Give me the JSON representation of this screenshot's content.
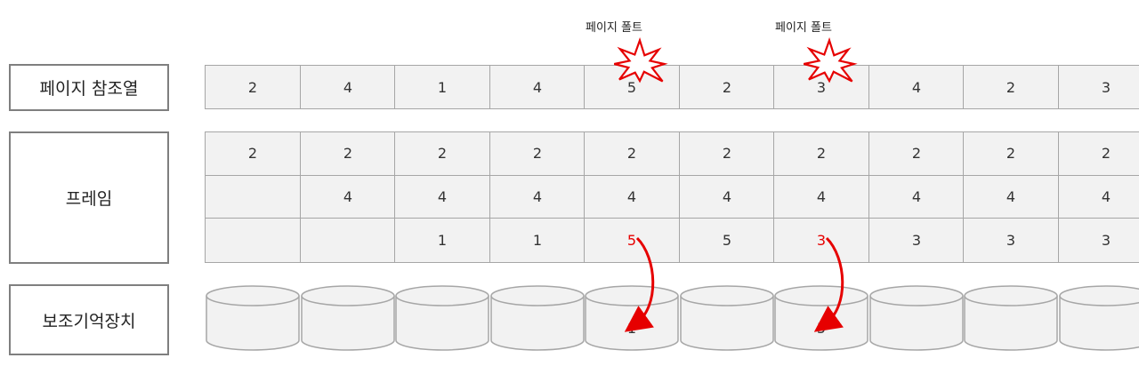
{
  "row_labels": {
    "reference_string": "페이지 참조열",
    "frames": "프레임",
    "secondary_storage": "보조기억장치"
  },
  "fault_label": "페이지 폴트",
  "reference_string": [
    "2",
    "4",
    "1",
    "4",
    "5",
    "2",
    "3",
    "4",
    "2",
    "3"
  ],
  "frames": [
    [
      "2",
      "",
      ""
    ],
    [
      "2",
      "4",
      ""
    ],
    [
      "2",
      "4",
      "1"
    ],
    [
      "2",
      "4",
      "1"
    ],
    [
      "2",
      "4",
      "5"
    ],
    [
      "2",
      "4",
      "5"
    ],
    [
      "2",
      "4",
      "3"
    ],
    [
      "2",
      "4",
      "3"
    ],
    [
      "2",
      "4",
      "3"
    ],
    [
      "2",
      "4",
      "3"
    ]
  ],
  "secondary_storage": [
    "",
    "",
    "",
    "",
    "1",
    "",
    "5",
    "",
    "",
    ""
  ],
  "page_fault_steps": [
    4,
    6
  ],
  "colors": {
    "highlight": "#e60000",
    "box_border": "#a6a6a6",
    "box_fill": "#f2f2f2",
    "label_border": "#7f7f7f"
  }
}
